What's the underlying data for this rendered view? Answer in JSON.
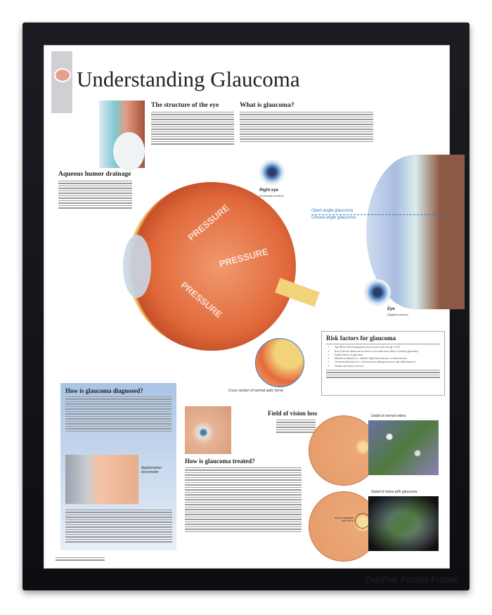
{
  "title": "Understanding Glaucoma",
  "sections": {
    "structure": {
      "heading": "The structure of the eye"
    },
    "what_is": {
      "heading": "What is glaucoma?"
    },
    "aqueous": {
      "heading": "Aqueous humor drainage"
    },
    "diagnosed": {
      "heading": "How is glaucoma diagnosed?",
      "tonometer_caption": "Applanation tonometer"
    },
    "treated": {
      "heading": "How is glaucoma treated?"
    },
    "field": {
      "heading": "Field of vision loss"
    },
    "risk": {
      "heading": "Risk factors for glaucoma",
      "bullets": [
        "Age (Risk of developing glaucoma increases after the age of 50)",
        "Race (African-Americans are three to four times more likely to develop glaucoma)",
        "Family history of glaucoma",
        "Medical conditions (i.e., diabetes, high blood pressure, or heart disease)",
        "Certain medications (i.e., corticosteroids, antihypertensives, and antihistamines)",
        "Trauma and injury to the eye"
      ]
    }
  },
  "labels": {
    "right_eye": "Right eye",
    "right_eye_sub": "(Horizontal section)",
    "open_angle": "Open-angle glaucoma",
    "closed_angle": "Closed-angle glaucoma",
    "eye": "Eye",
    "eye_sub": "(Sagittal section)",
    "cross_section": "Cross section of normal optic nerve",
    "normal_retina": "Detail of normal retina",
    "glaucoma_retina": "Detail of retina with glaucoma",
    "damaged_area": "Area of damaged optic nerve",
    "pressure": "PRESSURE"
  },
  "watermark": "DuoPak Pocket Frame",
  "colors": {
    "frame": "#141518",
    "accent_blue": "#2f7fc7",
    "retina": "#e9a36b",
    "diagnosed_box": "#a9c4e6"
  }
}
